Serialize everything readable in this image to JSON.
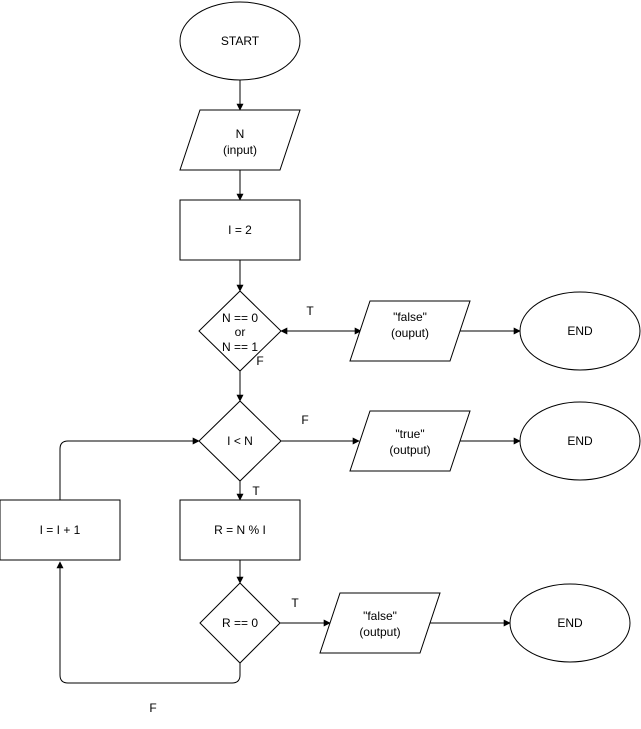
{
  "diagram": {
    "start_label": "START",
    "input_line1": "N",
    "input_line2": "(input)",
    "init_label": "I = 2",
    "check1_line1": "N == 0",
    "check1_line2": "or",
    "check1_line3": "N == 1",
    "out_false1_line1": "\"false\"",
    "out_false1_line2": "(ouput)",
    "end1_label": "END",
    "loop_cond_label": "I < N",
    "out_true_line1": "\"true\"",
    "out_true_line2": "(output)",
    "end2_label": "END",
    "mod_label": "R = N % I",
    "inc_label": "I = I + 1",
    "check2_label": "R == 0",
    "out_false2_line1": "\"false\"",
    "out_false2_line2": "(output)",
    "end3_label": "END",
    "edge_t1": "T",
    "edge_f1": "F",
    "edge_f2": "F",
    "edge_t2": "T",
    "edge_t3": "T",
    "edge_f3": "F"
  }
}
